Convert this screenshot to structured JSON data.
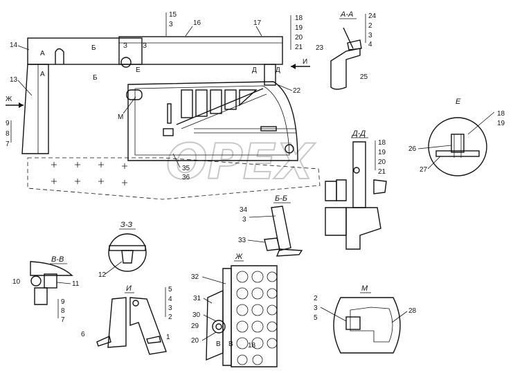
{
  "watermark": "OPEX",
  "sections": {
    "a_a": "А-А",
    "b_b": "Б-Б",
    "v_v": "В-В",
    "d_d": "Д-Д",
    "e": "Е",
    "z_z": "З-З",
    "i": "И",
    "zh": "Ж",
    "m": "М"
  },
  "callouts": {
    "main": [
      "14",
      "13",
      "9",
      "8",
      "7",
      "15",
      "3",
      "16",
      "17",
      "18",
      "19",
      "20",
      "21",
      "22",
      "М",
      "Е",
      "Ж",
      "А",
      "А",
      "Б",
      "Б",
      "З",
      "З",
      "Д",
      "Д",
      "И",
      "35",
      "36"
    ],
    "a_a": [
      "24",
      "2",
      "3",
      "4",
      "23",
      "25"
    ],
    "d_d": [
      "18",
      "19",
      "20",
      "21"
    ],
    "e": [
      "18",
      "19",
      "26",
      "27"
    ],
    "b_b": [
      "34",
      "3",
      "33"
    ],
    "z_z": [
      "12"
    ],
    "v_v": [
      "10",
      "11",
      "9",
      "8",
      "7"
    ],
    "i": [
      "5",
      "4",
      "3",
      "2",
      "1",
      "6"
    ],
    "zh": [
      "32",
      "31",
      "30",
      "29",
      "20",
      "В",
      "В",
      "18"
    ],
    "m": [
      "2",
      "3",
      "5",
      "28"
    ]
  }
}
